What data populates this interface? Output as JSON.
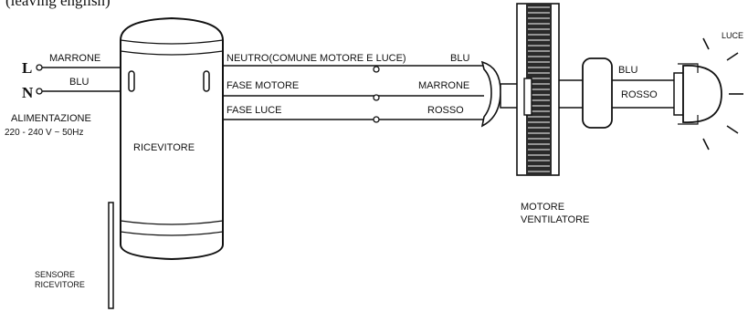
{
  "top_cutoff_text": "(leaving english)",
  "supply": {
    "terminal_L": "L",
    "terminal_N": "N",
    "wire_L": "MARRONE",
    "wire_N": "BLU",
    "title": "ALIMENTAZIONE",
    "voltage": "220 - 240 V ~ 50Hz"
  },
  "receiver": {
    "label": "RICEVITORE",
    "sensor_line1": "SENSORE",
    "sensor_line2": "RICEVITORE"
  },
  "lines": [
    {
      "name": "NEUTRO(COMUNE MOTORE E LUCE)",
      "color": "BLU"
    },
    {
      "name": "FASE MOTORE",
      "color": "MARRONE"
    },
    {
      "name": "FASE LUCE",
      "color": "ROSSO"
    }
  ],
  "motor": {
    "line1": "MOTORE",
    "line2": "VENTILATORE"
  },
  "light": {
    "label": "LUCE",
    "wire_top": "BLU",
    "wire_bottom": "ROSSO"
  }
}
